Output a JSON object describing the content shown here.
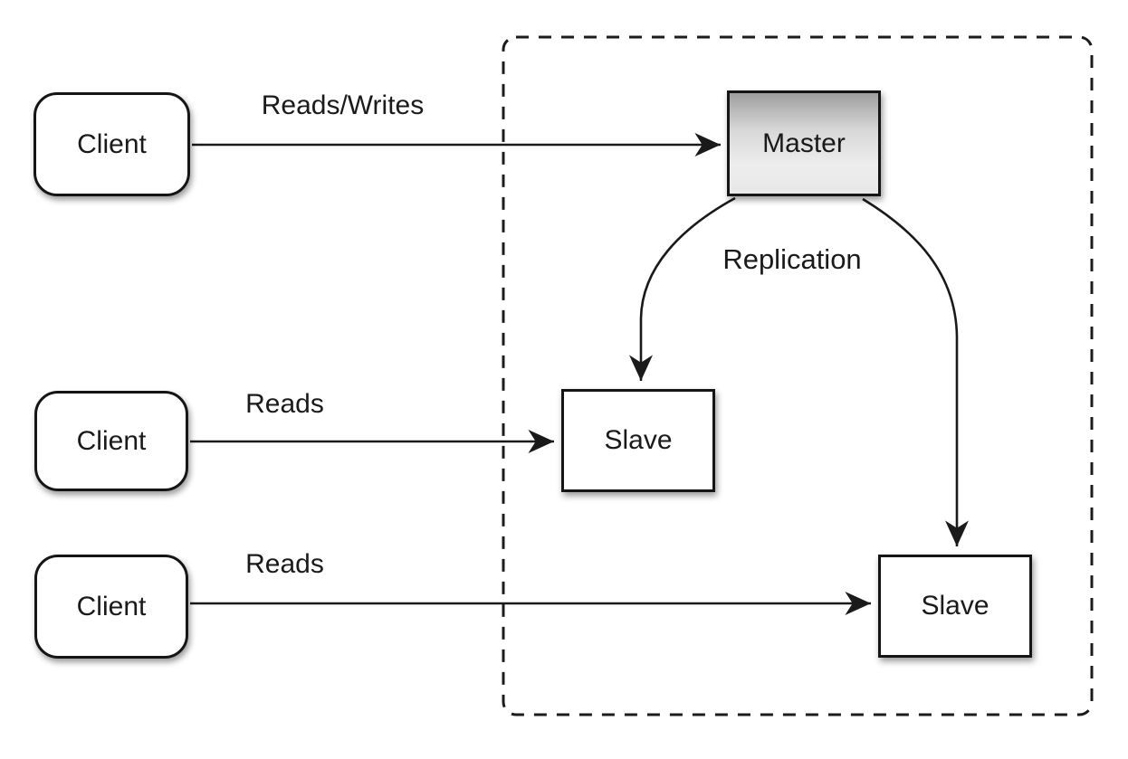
{
  "diagram": {
    "type": "architecture-diagram",
    "topic": "Master-Slave database replication",
    "nodes": {
      "client1": {
        "label": "Client",
        "shape": "rounded-rect"
      },
      "client2": {
        "label": "Client",
        "shape": "rounded-rect"
      },
      "client3": {
        "label": "Client",
        "shape": "rounded-rect"
      },
      "master": {
        "label": "Master",
        "shape": "rect",
        "fill": "gray-gradient"
      },
      "slave1": {
        "label": "Slave",
        "shape": "rect",
        "fill": "white"
      },
      "slave2": {
        "label": "Slave",
        "shape": "rect",
        "fill": "white"
      }
    },
    "edges": {
      "reads_writes": {
        "label": "Reads/Writes",
        "from": "client1",
        "to": "master",
        "style": "straight-arrow"
      },
      "reads_mid": {
        "label": "Reads",
        "from": "client2",
        "to": "slave1",
        "style": "straight-arrow"
      },
      "reads_bottom": {
        "label": "Reads",
        "from": "client3",
        "to": "slave2",
        "style": "straight-arrow"
      },
      "replication_left": {
        "label": "Replication",
        "from": "master",
        "to": "slave1",
        "style": "curved-arrow"
      },
      "replication_right": {
        "label": "",
        "from": "master",
        "to": "slave2",
        "style": "curved-arrow"
      }
    },
    "boundary": {
      "name": "replication-group",
      "style": "dashed-rounded-rect"
    },
    "colors": {
      "background": "#ffffff",
      "line": "#1a1a1a",
      "node_border": "#151515",
      "node_fill": "#ffffff",
      "master_gradient_top": "#9f9f9f",
      "master_gradient_bottom": "#e7e7e7",
      "text": "#1a1a1a"
    }
  }
}
